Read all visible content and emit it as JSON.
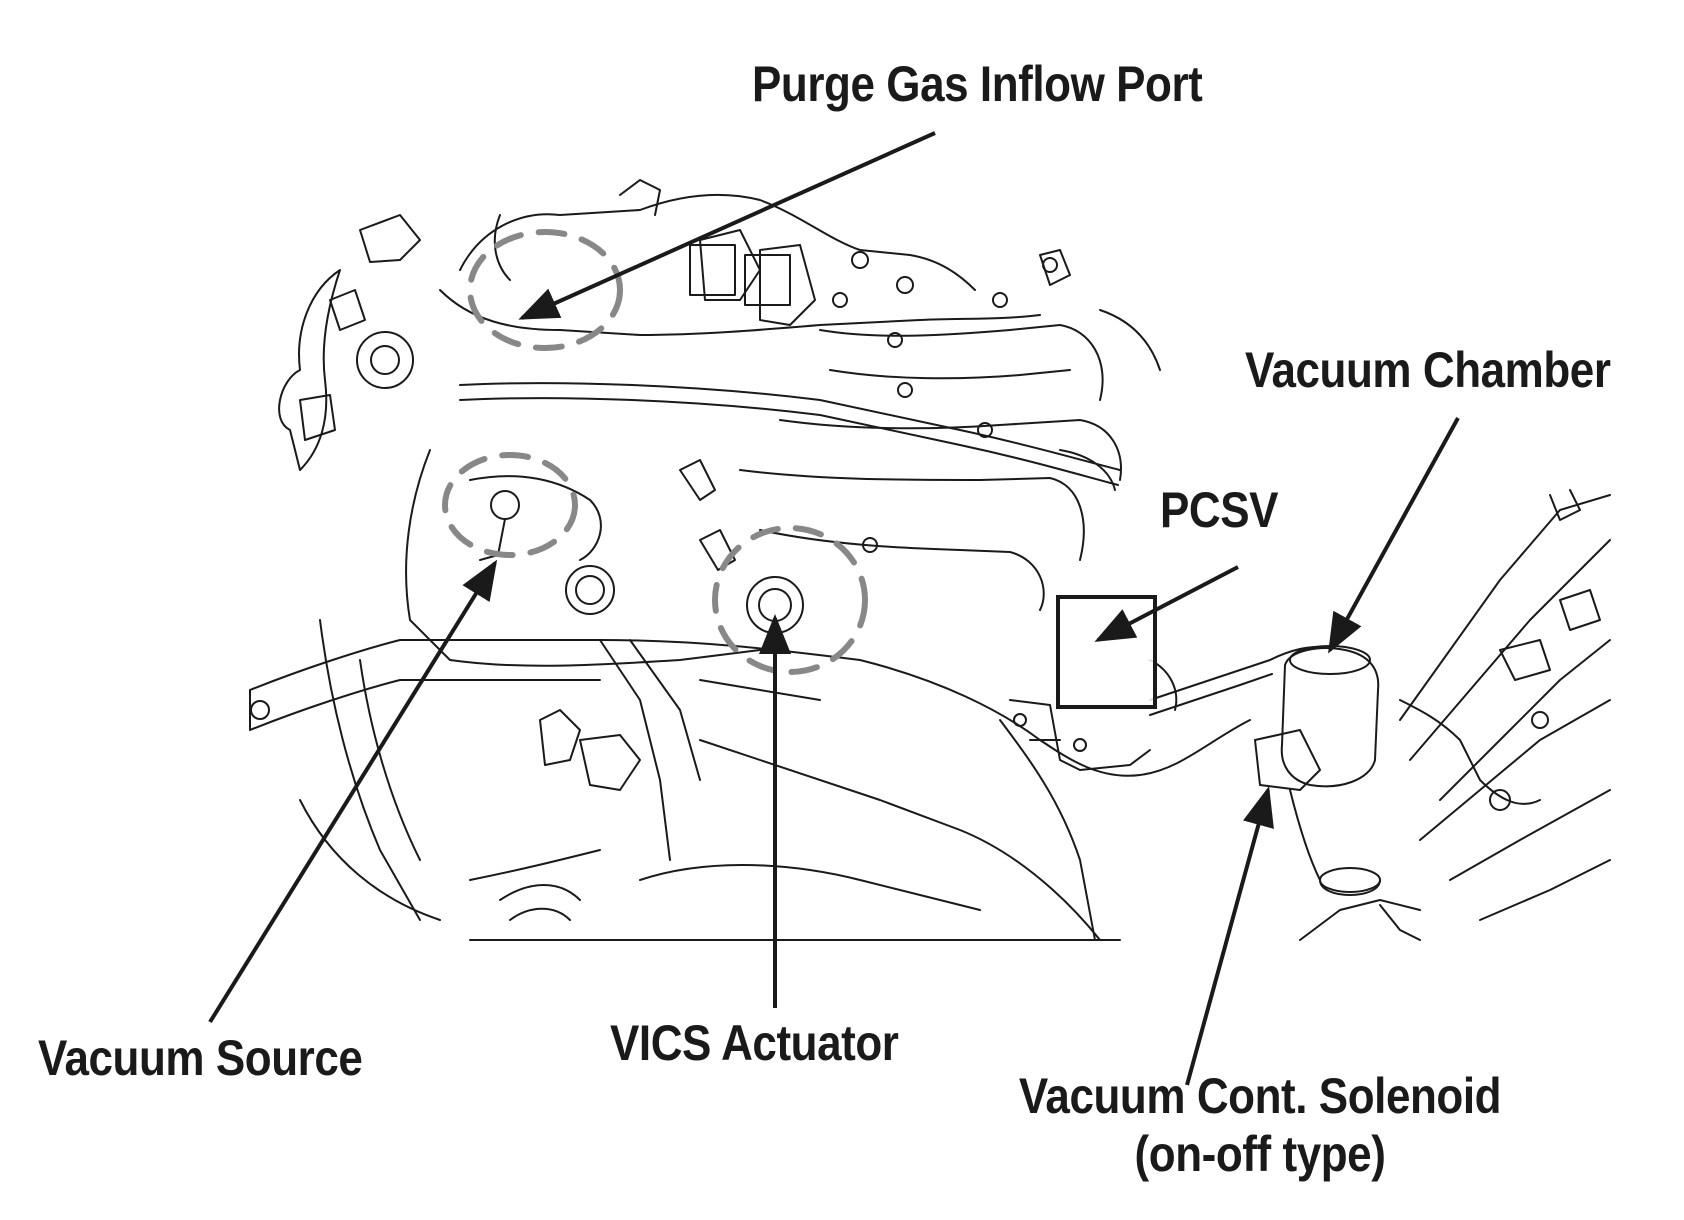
{
  "labels": {
    "purge_gas_inflow_port": "Purge Gas Inflow Port",
    "vacuum_chamber": "Vacuum Chamber",
    "pcsv": "PCSV",
    "vacuum_source": "Vacuum Source",
    "vics_actuator": "VICS Actuator",
    "vacuum_cont_solenoid_line1": "Vacuum Cont. Solenoid",
    "vacuum_cont_solenoid_line2": "(on-off type)"
  },
  "colors": {
    "ink": "#1a1a1a",
    "dashed_highlight": "#888888",
    "background": "#ffffff"
  }
}
